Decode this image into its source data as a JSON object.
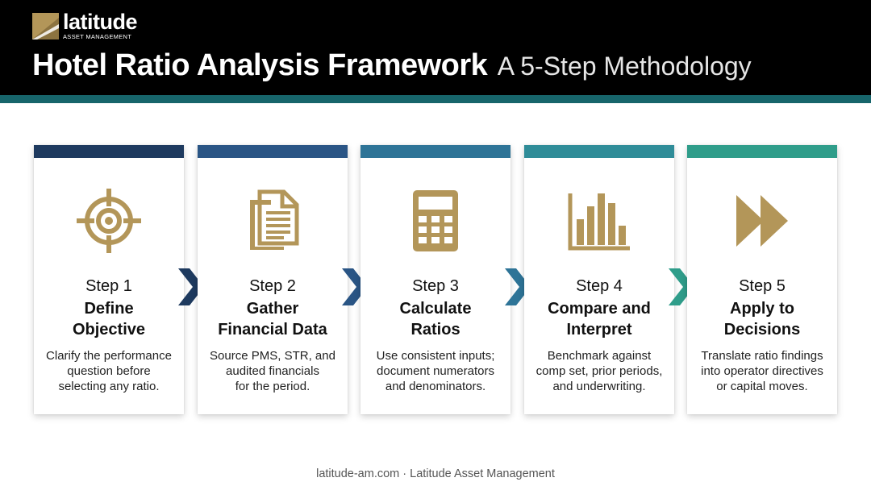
{
  "brand": {
    "name": "latitude",
    "tagline": "ASSET MANAGEMENT"
  },
  "title": {
    "main": "Hotel Ratio Analysis Framework",
    "sub": "A 5-Step Methodology"
  },
  "colors": {
    "header_bg": "#000000",
    "stripe": "#17656b",
    "gold": "#b39659",
    "steps": [
      "#1e3a5f",
      "#2a5585",
      "#2e7497",
      "#2f8c98",
      "#2f9d8a"
    ]
  },
  "steps": [
    {
      "step": "Step 1",
      "title_lines": [
        "Define",
        "Objective"
      ],
      "icon": "target-icon",
      "desc_lines": [
        "Clarify the performance",
        "question before",
        "selecting any ratio."
      ]
    },
    {
      "step": "Step 2",
      "title_lines": [
        "Gather",
        "Financial Data"
      ],
      "icon": "documents-icon",
      "desc_lines": [
        "Source PMS, STR, and",
        "audited financials",
        "for the period."
      ]
    },
    {
      "step": "Step 3",
      "title_lines": [
        "Calculate",
        "Ratios"
      ],
      "icon": "calculator-icon",
      "desc_lines": [
        "Use consistent inputs;",
        "document numerators",
        "and denominators."
      ]
    },
    {
      "step": "Step 4",
      "title_lines": [
        "Compare and",
        "Interpret"
      ],
      "icon": "bar-chart-icon",
      "desc_lines": [
        "Benchmark against",
        "comp set, prior periods,",
        "and underwriting."
      ]
    },
    {
      "step": "Step 5",
      "title_lines": [
        "Apply to",
        "Decisions"
      ],
      "icon": "fast-forward-icon",
      "desc_lines": [
        "Translate ratio findings",
        "into operator directives",
        "or capital moves."
      ]
    }
  ],
  "footer": "latitude-am.com · Latitude Asset Management"
}
